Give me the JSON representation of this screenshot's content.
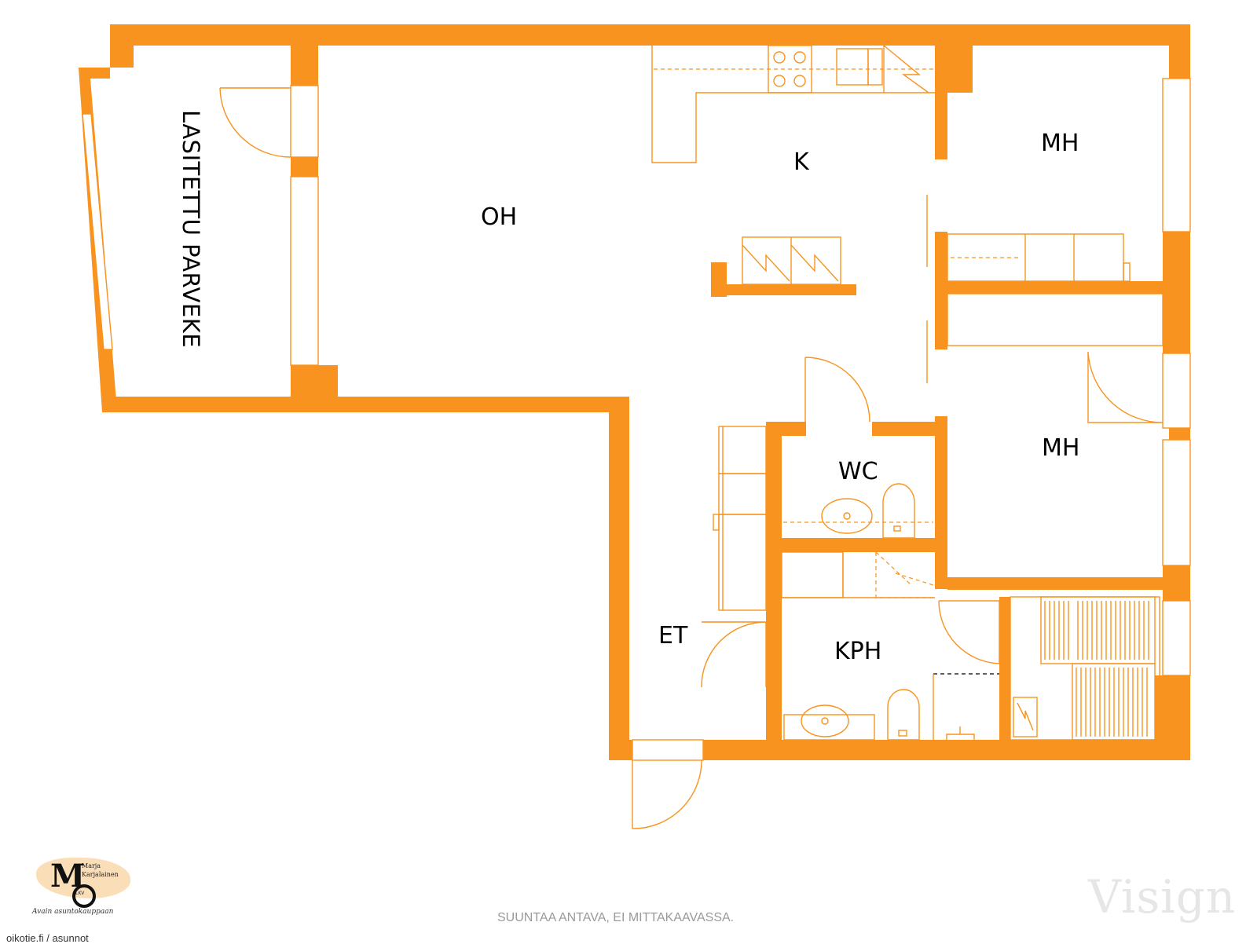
{
  "rooms": {
    "oh": "OH",
    "k": "K",
    "mh1": "MH",
    "mh2": "MH",
    "wc": "WC",
    "et": "ET",
    "kph": "KPH",
    "balcony": "LASITETTU PARVEKE"
  },
  "footer": {
    "disclaimer": "SUUNTAA ANTAVA, EI MITTAKAAVASSA.",
    "source": "oikotie.fi / asunnot",
    "watermark": "Visign"
  },
  "logo": {
    "letters": "M",
    "name_first": "Marja",
    "name_last": "Karjalainen",
    "suffix": "LKV",
    "tagline": "Avain asuntokauppaan"
  },
  "colors": {
    "wall": "#f7931e",
    "text": "#000000"
  }
}
